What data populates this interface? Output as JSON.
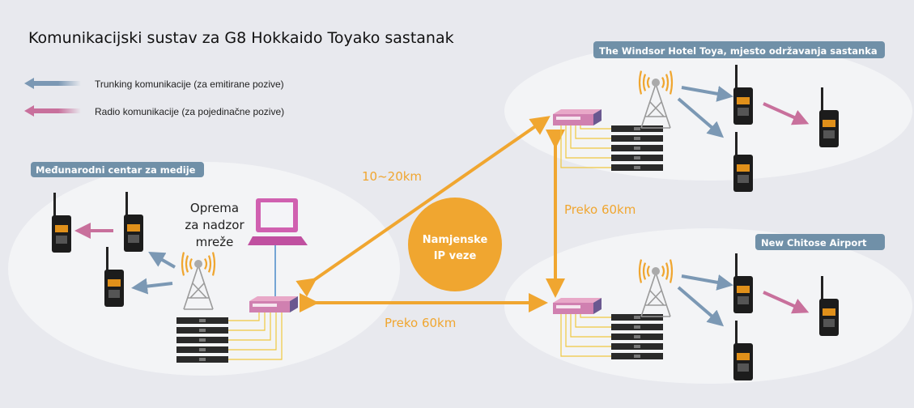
{
  "title": "Komunikacijski sustav za G8 Hokkaido Toyako sastanak",
  "legend": [
    {
      "label": "Trunking komunikacije (za emitirane pozive)",
      "color": "#7b98b4"
    },
    {
      "label": "Radio komunikacije (za pojedinačne pozive)",
      "color": "#c8709c"
    }
  ],
  "sites": {
    "media_center": "Međunarodni centar za medije",
    "windsor": "The Windsor Hotel Toya, mjesto održavanja sastanka",
    "airport": "New Chitose Airport"
  },
  "monitoring": [
    "Oprema",
    "za nadzor",
    "mreže"
  ],
  "ip_link": [
    "Namjenske",
    "IP veze"
  ],
  "distances": {
    "media_windsor": "10~20km",
    "windsor_airport": "Preko 60km",
    "media_airport": "Preko 60km"
  },
  "colors": {
    "accent": "#f0a630",
    "tag": "#7090a8",
    "trunking": "#7b98b4",
    "radio": "#c8709c"
  }
}
